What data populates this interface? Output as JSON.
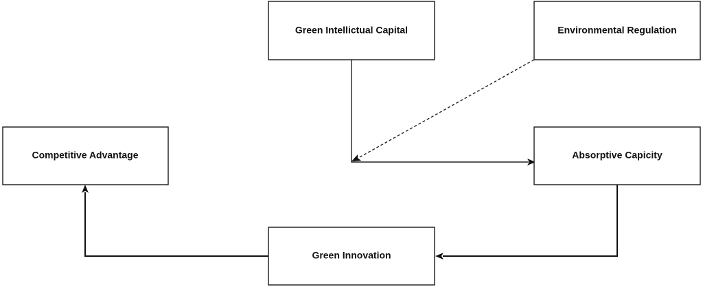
{
  "nodes": {
    "green_intellectual_capital": "Green Intellictual Capital",
    "environmental_regulation": "Environmental Regulation",
    "competitive_advantage": "Competitive Advantage",
    "absorptive_capacity": "Absorptive Capicity",
    "green_innovation": "Green Innovation"
  },
  "edges": [
    {
      "from": "green_intellectual_capital",
      "to": "absorptive_capacity",
      "style": "solid"
    },
    {
      "from": "environmental_regulation",
      "to": "green_intellectual_capital_to_absorptive_capacity_path",
      "style": "dashed"
    },
    {
      "from": "absorptive_capacity",
      "to": "green_innovation",
      "style": "solid"
    },
    {
      "from": "green_innovation",
      "to": "competitive_advantage",
      "style": "solid"
    }
  ]
}
